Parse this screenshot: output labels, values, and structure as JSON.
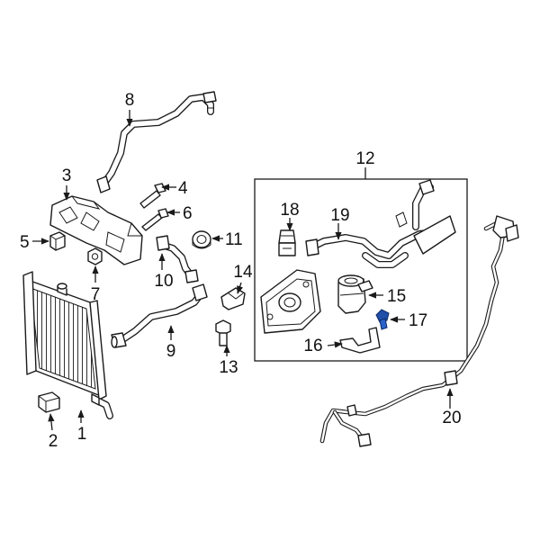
{
  "callouts": {
    "c1": "1",
    "c2": "2",
    "c3": "3",
    "c4": "4",
    "c5": "5",
    "c6": "6",
    "c7": "7",
    "c8": "8",
    "c9": "9",
    "c10": "10",
    "c11": "11",
    "c12": "12",
    "c13": "13",
    "c14": "14",
    "c15": "15",
    "c16": "16",
    "c17": "17",
    "c18": "18",
    "c19": "19",
    "c20": "20"
  },
  "colors": {
    "line": "#1a1a1a",
    "highlight": "#1f4fa8",
    "background": "#ffffff"
  }
}
